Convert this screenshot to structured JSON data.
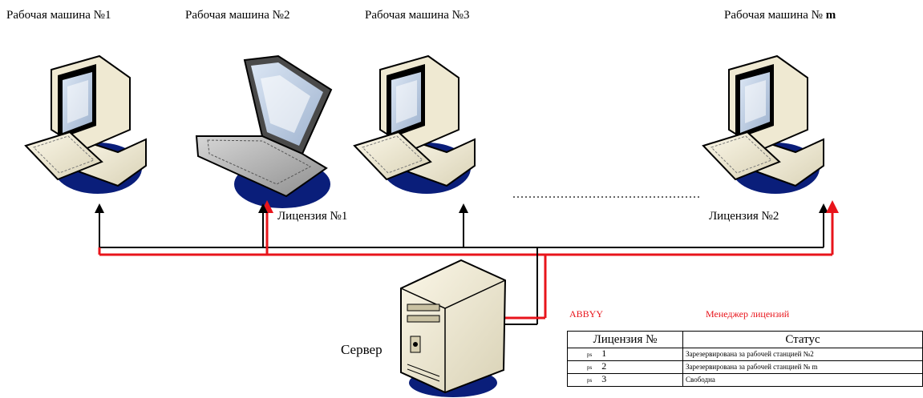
{
  "workstations": [
    {
      "label": "Рабочая машина №1",
      "kind": "desktop"
    },
    {
      "label": "Рабочая машина №2",
      "kind": "laptop"
    },
    {
      "label": "Рабочая машина №3",
      "kind": "desktop"
    },
    {
      "label_prefix": "Рабочая машина № ",
      "label_suffix": "m",
      "kind": "desktop"
    }
  ],
  "licenses": [
    {
      "label": "Лицензия №1"
    },
    {
      "label": "Лицензия №2"
    }
  ],
  "server": {
    "label": "Сервер"
  },
  "manager": {
    "brand": "ABBYY",
    "title": "Менеджер лицензий",
    "columns": [
      "Лицензия №",
      "Статус"
    ],
    "rows": [
      {
        "prefix": "ps",
        "num": "1",
        "status": "Зарезервирована за рабочей станцией №2"
      },
      {
        "prefix": "ps",
        "num": "2",
        "status": "Зарезервирована за рабочей станцией № m"
      },
      {
        "prefix": "ps",
        "num": "3",
        "status": "Свободна"
      }
    ]
  },
  "colors": {
    "red_line": "#e8141b",
    "black_line": "#000000",
    "shadow": "#0a1e7a"
  }
}
